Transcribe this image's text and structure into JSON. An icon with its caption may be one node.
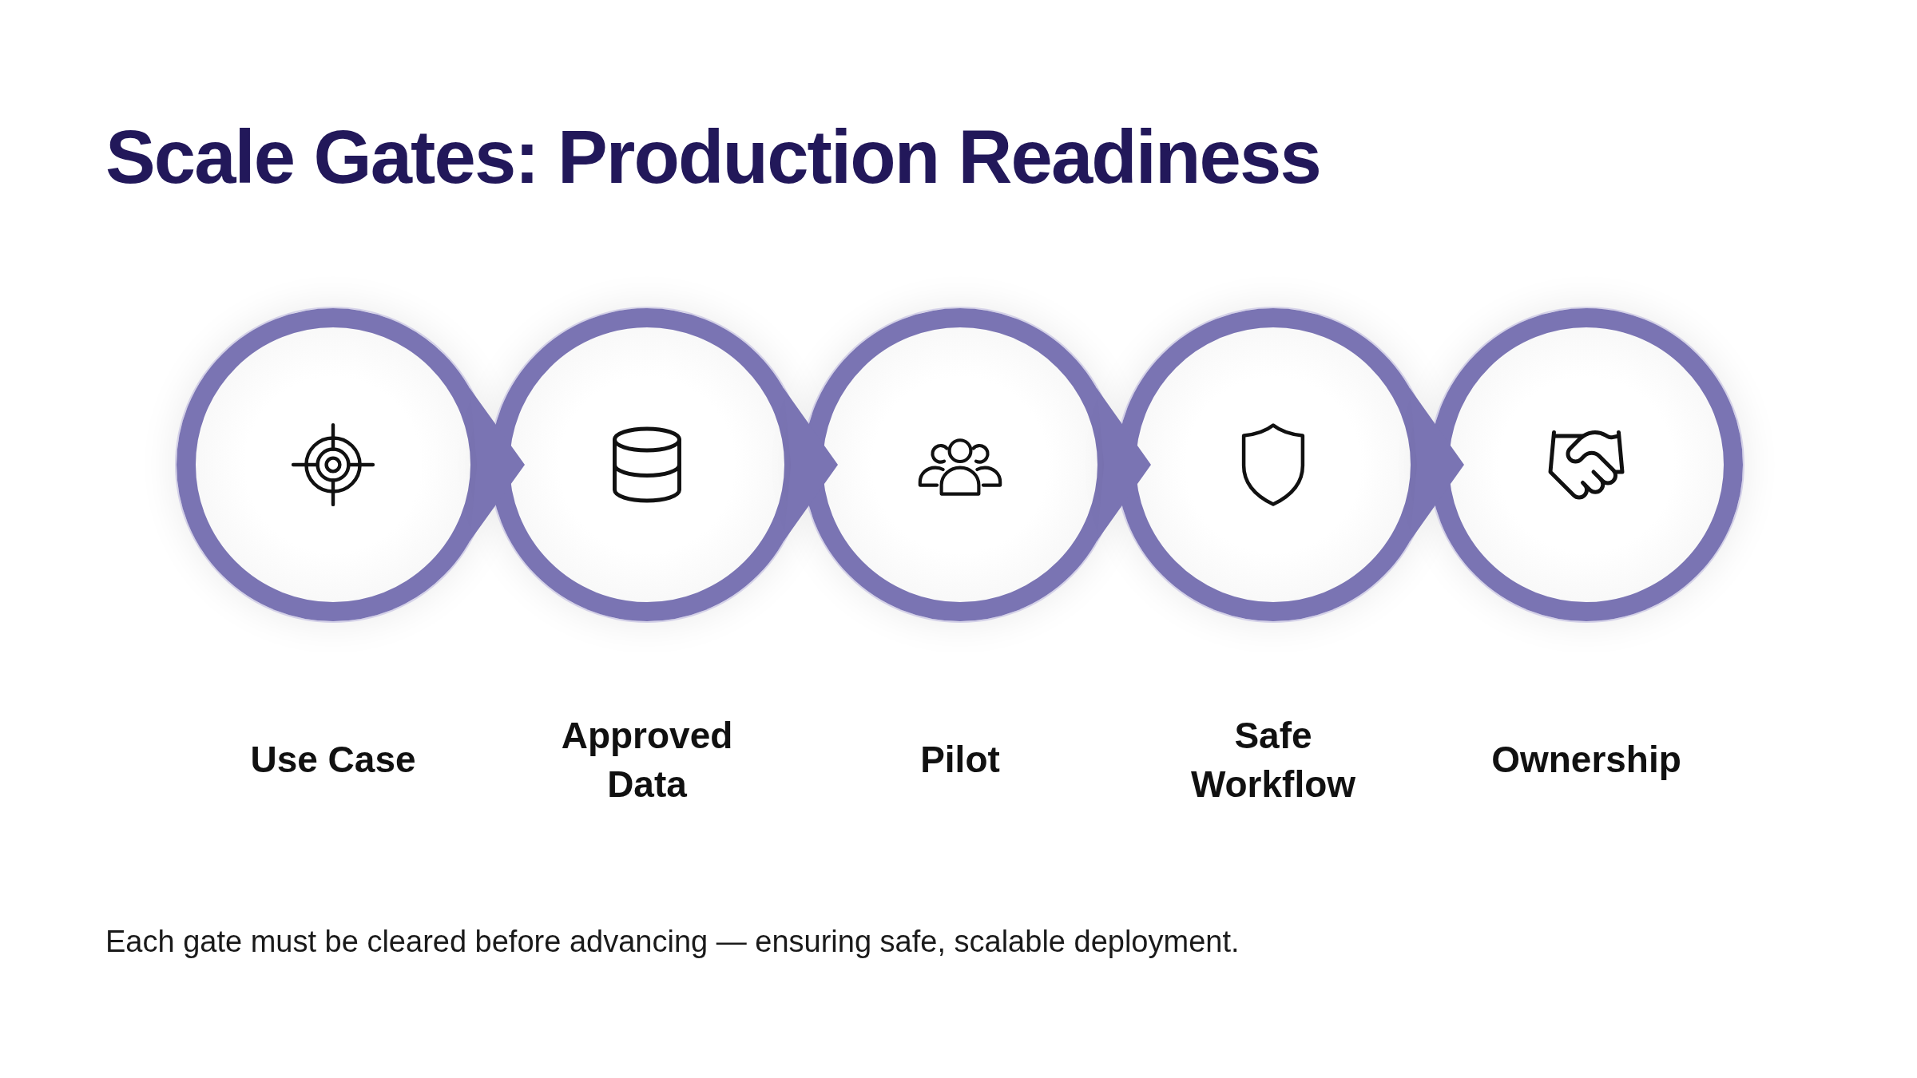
{
  "diagram": {
    "title": "Scale Gates: Production Readiness",
    "caption": "Each gate must be cleared before advancing — ensuring safe, scalable deployment.",
    "nodes": [
      {
        "text": [
          "Use Case"
        ]
      },
      {
        "text": [
          "Approved Data"
        ]
      },
      {
        "text": [
          "Pilot"
        ]
      },
      {
        "text": [
          "Safe Workflow"
        ]
      },
      {
        "text": [
          "Ownership"
        ]
      }
    ],
    "edges": [
      {
        "from": 0,
        "to": 1,
        "arrow": "to"
      },
      {
        "from": 1,
        "to": 2,
        "arrow": "to"
      },
      {
        "from": 2,
        "to": 3,
        "arrow": "to"
      },
      {
        "from": 3,
        "to": 4,
        "arrow": "to"
      }
    ]
  }
}
